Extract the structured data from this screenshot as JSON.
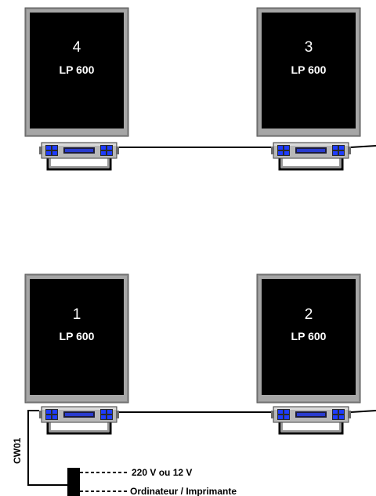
{
  "displays": [
    {
      "number": "4",
      "model": "LP 600"
    },
    {
      "number": "3",
      "model": "LP 600"
    },
    {
      "number": "1",
      "model": "LP 600"
    },
    {
      "number": "2",
      "model": "LP 600"
    }
  ],
  "cable_label": "CW01",
  "power_label": "220 V ou 12 V",
  "computer_label": "Ordinateur / Imprimante",
  "colors": {
    "frame": "#8a8a8a",
    "screen": "#000000",
    "controller_buttons": "#1e3cff",
    "cable": "#000000"
  }
}
